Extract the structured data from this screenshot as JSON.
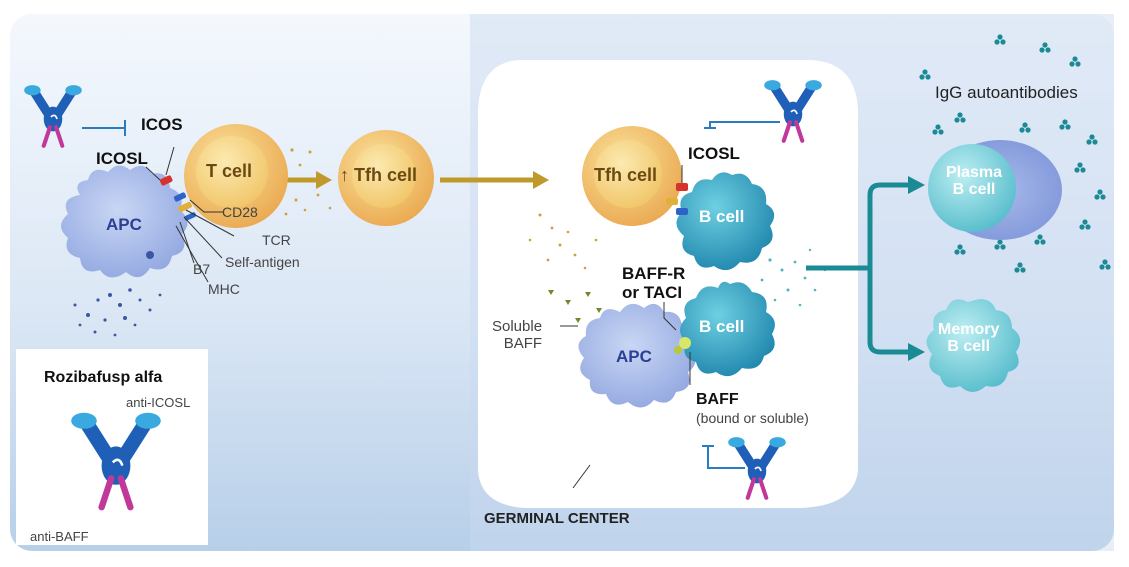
{
  "labels": {
    "icos": "ICOS",
    "icosl_left": "ICOSL",
    "t_cell": "T cell",
    "cd28": "CD28",
    "tcr": "TCR",
    "self_antigen": "Self-antigen",
    "b7": "B7",
    "mhc": "MHC",
    "apc_left": "APC",
    "tfh_up": "↑ Tfh cell",
    "tfh_center": "Tfh cell",
    "icosl_right": "ICOSL",
    "b_cell_top": "B cell",
    "baff_r_line1": "BAFF-R",
    "baff_r_line2": "or TACI",
    "soluble_line1": "Soluble",
    "soluble_line2": "BAFF",
    "apc_center": "APC",
    "b_cell_bottom": "B cell",
    "baff": "BAFF",
    "baff_sub": "(bound or soluble)",
    "germinal_center": "GERMINAL CENTER",
    "igg": "IgG autoantibodies",
    "plasma_line1": "Plasma",
    "plasma_line2": "B cell",
    "memory_line1": "Memory",
    "memory_line2": "B cell"
  },
  "legend": {
    "title": "Rozibafusp alfa",
    "anti_icosl": "anti-ICOSL",
    "anti_baff": "anti-BAFF"
  },
  "colors": {
    "background_gradient_top": "#f3f7fd",
    "background_gradient_bottom": "#b9d0ea",
    "t_cell": "#f0c060",
    "apc": "#9db1e6",
    "b_cell": "#3aa9c8",
    "plasma_memory": "#6cc9d6",
    "arrow_gold": "#bf9a2a",
    "arrow_teal": "#1a8b94",
    "antibody_blue": "#1f5fb8",
    "antibody_magenta": "#c0399a"
  }
}
